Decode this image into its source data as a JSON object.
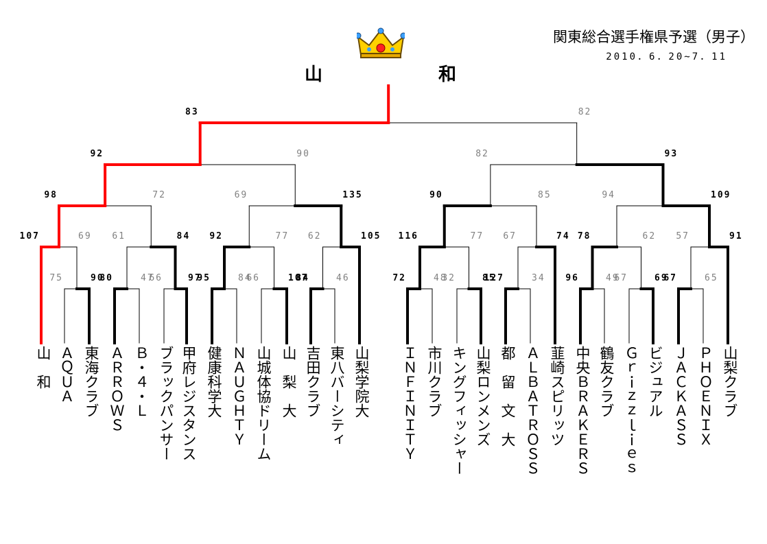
{
  "header": {
    "title": "関東総合選手権県予選（男子）",
    "dates": "2010．6．20~7．11",
    "champion_parts": [
      "山",
      "和"
    ]
  },
  "colors": {
    "winner_path": "#ff0000",
    "win_line": "#000000",
    "loss_line": "#000000",
    "loss_score": "#808080",
    "crown_gold": "#ffd000"
  },
  "icons": [
    "crown-icon"
  ],
  "teams": [
    "山　和",
    "ＡＱＵＡ",
    "東海クラブ",
    "ＡＲＲＯＷＳ",
    "Ｂ・４・Ｌ",
    "ブラックパンサー",
    "甲府レジスタンス",
    "健康科学大",
    "ＮＡＵＧＨＴＹ",
    "山城体協ドリーム",
    "山　梨　大",
    "吉田クラブ",
    "東八バーシティ",
    "山梨学院大",
    "ＩＮＦＩＮＩＴＹ",
    "市川クラブ",
    "キングフィッシャー",
    "山梨ロンメンズ",
    "都　留　文　大",
    "ＡＬＢＡＴＲＯＳＳ",
    "韮崎スピリッツ",
    "中央ＢＲＡＫＥＲＳ",
    "鶴友クラブ",
    "Ｇｒｉｚｚｌｉｅｓ",
    "ビジュアル",
    "ＪＡＣＫＡＳＳ",
    "ＰＨＯＥＮＩＸ",
    "山梨クラブ"
  ],
  "matches": [
    {
      "id": "m1",
      "ts": [
        1,
        2
      ],
      "s": [
        "75",
        "90"
      ],
      "w": 1
    },
    {
      "id": "m2",
      "ts": [
        3,
        4
      ],
      "s": [
        "80",
        "47"
      ],
      "w": 0
    },
    {
      "id": "m3",
      "ts": [
        5,
        6
      ],
      "s": [
        "66",
        "97"
      ],
      "w": 1
    },
    {
      "id": "m4",
      "ts": [
        7,
        8
      ],
      "s": [
        "95",
        "84"
      ],
      "w": 0
    },
    {
      "id": "m5",
      "ts": [
        9,
        10
      ],
      "s": [
        "66",
        "107"
      ],
      "w": 1
    },
    {
      "id": "m6",
      "ts": [
        11,
        12
      ],
      "s": [
        "84",
        "46"
      ],
      "w": 0
    },
    {
      "id": "m7",
      "ts": [
        14,
        15
      ],
      "s": [
        "72",
        "48"
      ],
      "w": 0
    },
    {
      "id": "m8",
      "ts": [
        16,
        17
      ],
      "s": [
        "32",
        "85"
      ],
      "w": 1
    },
    {
      "id": "m9",
      "ts": [
        18,
        19
      ],
      "s": [
        "127",
        "34"
      ],
      "w": 0
    },
    {
      "id": "m10",
      "ts": [
        21,
        22
      ],
      "s": [
        "96",
        "49"
      ],
      "w": 0
    },
    {
      "id": "m11",
      "ts": [
        23,
        24
      ],
      "s": [
        "67",
        "69"
      ],
      "w": 1
    },
    {
      "id": "m12",
      "ts": [
        25,
        26
      ],
      "s": [
        "67",
        "65"
      ],
      "w": 0
    },
    {
      "id": "m13",
      "ts": [
        0,
        "m1"
      ],
      "s": [
        "107",
        "69"
      ],
      "w": 0
    },
    {
      "id": "m14",
      "ts": [
        "m2",
        "m3"
      ],
      "s": [
        "61",
        "84"
      ],
      "w": 1
    },
    {
      "id": "m15",
      "ts": [
        "m4",
        "m5"
      ],
      "s": [
        "92",
        "77"
      ],
      "w": 0
    },
    {
      "id": "m16",
      "ts": [
        "m6",
        13
      ],
      "s": [
        "62",
        "105"
      ],
      "w": 1
    },
    {
      "id": "m17",
      "ts": [
        "m7",
        "m8"
      ],
      "s": [
        "116",
        "77"
      ],
      "w": 0
    },
    {
      "id": "m18",
      "ts": [
        "m9",
        20
      ],
      "s": [
        "67",
        "74"
      ],
      "w": 1
    },
    {
      "id": "m19",
      "ts": [
        "m10",
        "m11"
      ],
      "s": [
        "78",
        "62"
      ],
      "w": 0
    },
    {
      "id": "m20",
      "ts": [
        "m12",
        27
      ],
      "s": [
        "57",
        "91"
      ],
      "w": 1
    },
    {
      "id": "m21",
      "ts": [
        "m13",
        "m14"
      ],
      "s": [
        "98",
        "72"
      ],
      "w": 0
    },
    {
      "id": "m22",
      "ts": [
        "m15",
        "m16"
      ],
      "s": [
        "69",
        "135"
      ],
      "w": 1
    },
    {
      "id": "m23",
      "ts": [
        "m17",
        "m18"
      ],
      "s": [
        "90",
        "85"
      ],
      "w": 0
    },
    {
      "id": "m24",
      "ts": [
        "m19",
        "m20"
      ],
      "s": [
        "94",
        "109"
      ],
      "w": 1
    },
    {
      "id": "m25",
      "ts": [
        "m21",
        "m22"
      ],
      "s": [
        "92",
        "90"
      ],
      "w": 0
    },
    {
      "id": "m26",
      "ts": [
        "m23",
        "m24"
      ],
      "s": [
        "82",
        "93"
      ],
      "w": 1
    },
    {
      "id": "m27",
      "ts": [
        "m25",
        "m26"
      ],
      "s": [
        "83",
        "82"
      ],
      "w": 0
    }
  ]
}
